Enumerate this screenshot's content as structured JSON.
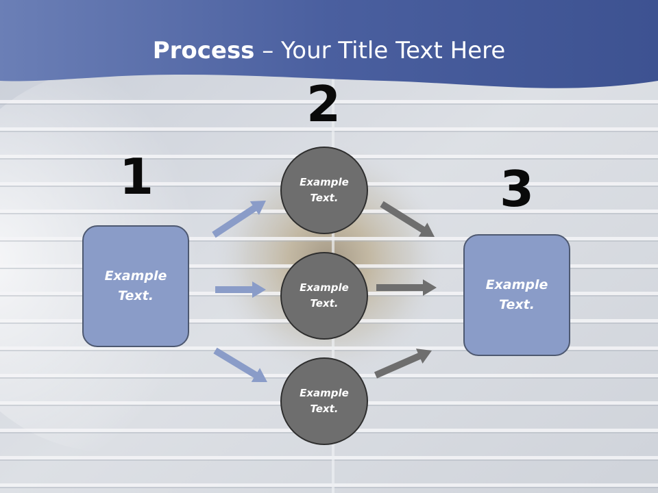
{
  "title": {
    "bold": "Process",
    "rest": " – Your Title Text Here"
  },
  "steps": {
    "one": {
      "number": "1",
      "box": {
        "line1": "Example",
        "line2": "Text."
      }
    },
    "two": {
      "number": "2",
      "circles": [
        {
          "line1": "Example",
          "line2": "Text."
        },
        {
          "line1": "Example",
          "line2": "Text."
        },
        {
          "line1": "Example",
          "line2": "Text."
        }
      ]
    },
    "three": {
      "number": "3",
      "box": {
        "line1": "Example",
        "line2": "Text."
      }
    }
  },
  "colors": {
    "header": "#4f66a3",
    "box_fill": "#8a9cc8",
    "circle_fill": "#6e6e6e",
    "arrow_blue": "#8a9cc8",
    "arrow_gray": "#6e6e6e"
  }
}
